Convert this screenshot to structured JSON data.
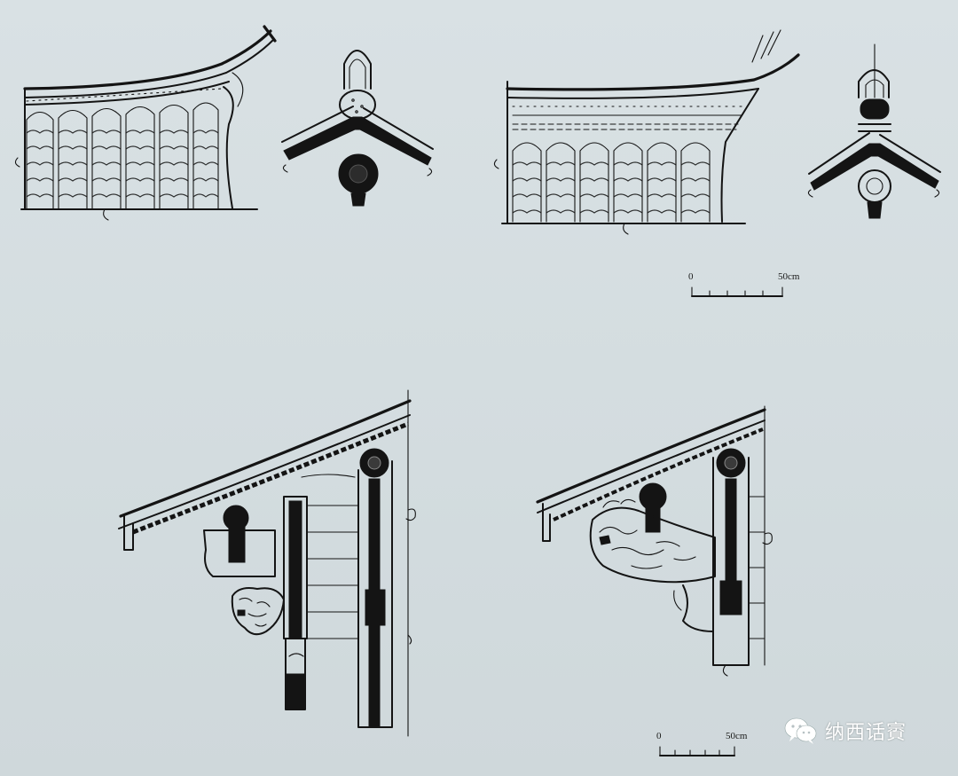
{
  "scales": [
    {
      "start_label": "0",
      "end_label": "50cm"
    },
    {
      "start_label": "0",
      "end_label": "50cm"
    }
  ],
  "watermark": {
    "text": "纳西话賨",
    "icon": "wechat-icon"
  },
  "colors": {
    "ink": "#141414",
    "paper": "#d6dfe2"
  }
}
